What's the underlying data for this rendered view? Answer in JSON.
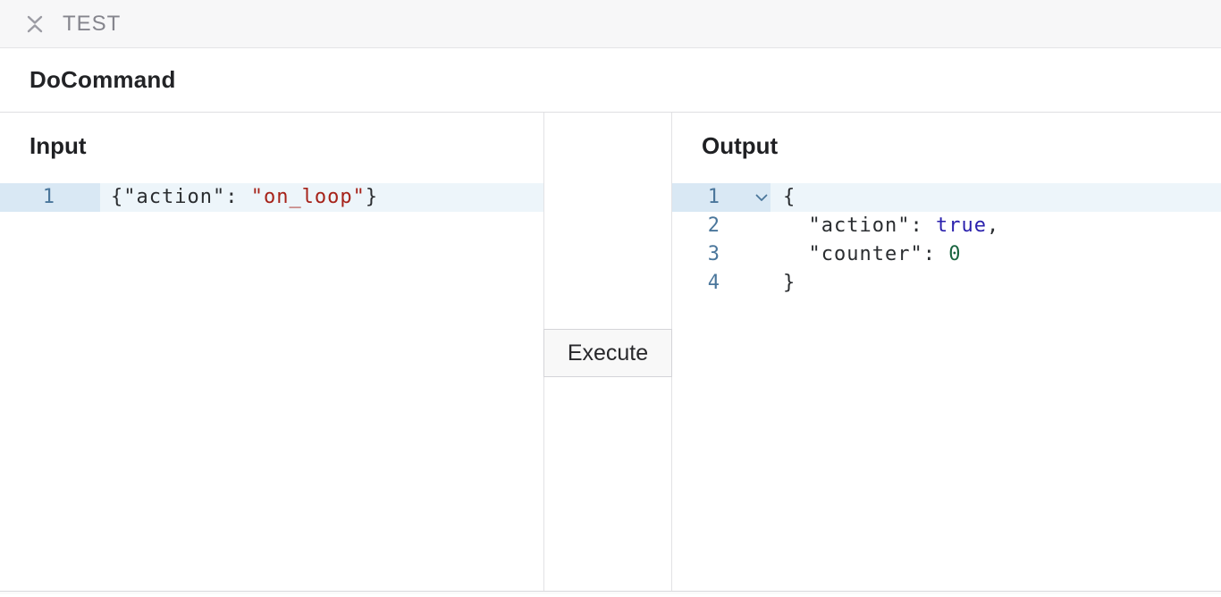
{
  "topbar": {
    "title": "TEST"
  },
  "do_command": {
    "title": "DoCommand"
  },
  "input_panel": {
    "heading": "Input",
    "editor": {
      "lines": [
        {
          "number": "1",
          "active": true,
          "tokens": [
            {
              "type": "plain",
              "text": "{\"action\": "
            },
            {
              "type": "string",
              "text": "\"on_loop\""
            },
            {
              "type": "plain",
              "text": "}"
            }
          ]
        }
      ]
    }
  },
  "controls": {
    "execute_label": "Execute"
  },
  "output_panel": {
    "heading": "Output",
    "editor": {
      "lines": [
        {
          "number": "1",
          "active": true,
          "foldable": true,
          "tokens": [
            {
              "type": "plain",
              "text": "{"
            }
          ]
        },
        {
          "number": "2",
          "tokens": [
            {
              "type": "plain",
              "text": "  \"action\": "
            },
            {
              "type": "atom",
              "text": "true"
            },
            {
              "type": "plain",
              "text": ","
            }
          ]
        },
        {
          "number": "3",
          "tokens": [
            {
              "type": "plain",
              "text": "  \"counter\": "
            },
            {
              "type": "number",
              "text": "0"
            }
          ]
        },
        {
          "number": "4",
          "tokens": [
            {
              "type": "plain",
              "text": "}"
            }
          ]
        }
      ]
    }
  },
  "colors": {
    "topbar_bg": "#f7f7f8",
    "syntax_string": "#a6231a",
    "syntax_atom": "#2b21ad",
    "syntax_number": "#1a6540",
    "line_number": "#4a769b",
    "active_line_bg": "#edf5fa",
    "active_gutter_bg": "#d9e8f4"
  }
}
